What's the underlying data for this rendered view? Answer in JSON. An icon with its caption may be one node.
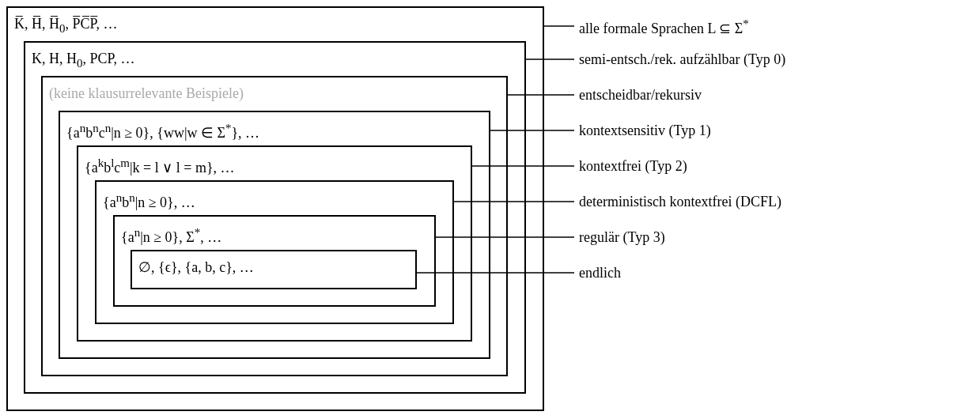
{
  "diagram": {
    "nodes": [
      {
        "text": [
          "K̅, H̅, H̅$_{0}$, P̅C̅P̅, …"
        ]
      },
      {
        "text": [
          "K, H, H$_{0}$, PCP, …"
        ],
        "in": 0
      },
      {
        "text": [
          "(keine klausurrelevante Beispiele)"
        ],
        "in": 1
      },
      {
        "text": [
          "{a$^{n}$b$^{n}$c$^{n}$|n ≥ 0}, {ww|w ∈ Σ$^{*}$}, …"
        ],
        "in": 2
      },
      {
        "text": [
          "{a$^{k}$b$^{l}$c$^{m}$|k = l ∨ l = m}, …"
        ],
        "in": 3
      },
      {
        "text": [
          "{a$^{n}$b$^{n}$|n ≥ 0}, …"
        ],
        "in": 4
      },
      {
        "text": [
          "{a$^{n}$|n ≥ 0}, Σ$^{*}$, …"
        ],
        "in": 5
      },
      {
        "text": [
          "∅, {ϵ}, {a, b, c}, …"
        ],
        "in": 6
      },
      {
        "text": [
          "alle formale Sprachen L ⊆ Σ$^{*}$"
        ]
      },
      {
        "text": [
          "semi-entsch./rek. aufzählbar (Typ 0)"
        ]
      },
      {
        "text": [
          "entscheidbar/rekursiv"
        ]
      },
      {
        "text": [
          "kontextsensitiv (Typ 1)"
        ]
      },
      {
        "text": [
          "kontextfrei (Typ 2)"
        ]
      },
      {
        "text": [
          "deterministisch kontextfrei (DCFL)"
        ]
      },
      {
        "text": [
          "regulär (Typ 3)"
        ]
      },
      {
        "text": [
          "endlich"
        ]
      }
    ],
    "edges": [
      {
        "from": 8,
        "to": 0,
        "arrow": "none"
      },
      {
        "from": 9,
        "to": 1,
        "arrow": "none"
      },
      {
        "from": 10,
        "to": 2,
        "arrow": "none"
      },
      {
        "from": 11,
        "to": 3,
        "arrow": "none"
      },
      {
        "from": 12,
        "to": 4,
        "arrow": "none"
      },
      {
        "from": 13,
        "to": 5,
        "arrow": "none"
      },
      {
        "from": 14,
        "to": 6,
        "arrow": "none"
      },
      {
        "from": 15,
        "to": 7,
        "arrow": "none"
      }
    ]
  }
}
